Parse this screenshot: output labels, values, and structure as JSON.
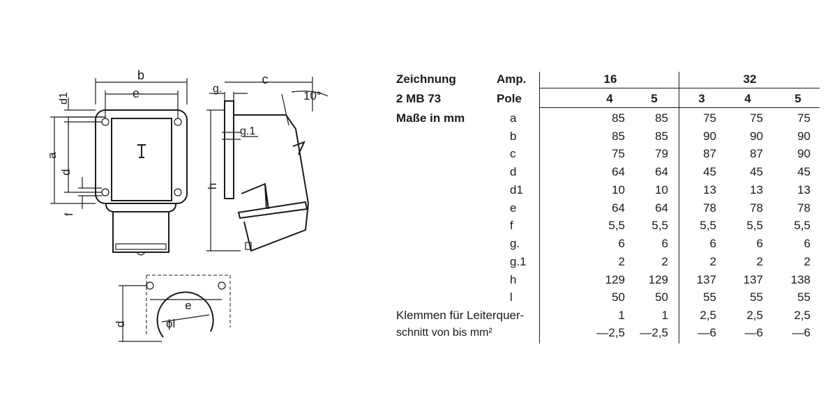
{
  "drawing": {
    "labels": {
      "b": "b",
      "e": "e",
      "d1": "d1",
      "a": "a",
      "d": "d",
      "f": "f",
      "g": "g.",
      "c": "c",
      "angle": "10°",
      "g1": "g.1",
      "h": "h",
      "e2": "e",
      "d2": "d",
      "phi": "ϕl"
    }
  },
  "table": {
    "header": {
      "zeichnung": "Zeichnung",
      "amp": "Amp.",
      "amp16": "16",
      "amp32": "32",
      "model": "2 MB 73",
      "pole": "Pole",
      "poles": [
        "4",
        "5",
        "3",
        "4",
        "5"
      ],
      "masse": "Maße in mm"
    },
    "rows": [
      {
        "label": "a",
        "values": [
          "85",
          "85",
          "75",
          "75",
          "75"
        ]
      },
      {
        "label": "b",
        "values": [
          "85",
          "85",
          "90",
          "90",
          "90"
        ]
      },
      {
        "label": "c",
        "values": [
          "75",
          "79",
          "87",
          "87",
          "90"
        ]
      },
      {
        "label": "d",
        "values": [
          "64",
          "64",
          "45",
          "45",
          "45"
        ]
      },
      {
        "label": "d1",
        "values": [
          "10",
          "10",
          "13",
          "13",
          "13"
        ]
      },
      {
        "label": "e",
        "values": [
          "64",
          "64",
          "78",
          "78",
          "78"
        ]
      },
      {
        "label": "f",
        "values": [
          "5,5",
          "5,5",
          "5,5",
          "5,5",
          "5,5"
        ]
      },
      {
        "label": "g.",
        "values": [
          "6",
          "6",
          "6",
          "6",
          "6"
        ]
      },
      {
        "label": "g.1",
        "values": [
          "2",
          "2",
          "2",
          "2",
          "2"
        ]
      },
      {
        "label": "h",
        "values": [
          "129",
          "129",
          "137",
          "137",
          "138"
        ]
      },
      {
        "label": "l",
        "values": [
          "50",
          "50",
          "55",
          "55",
          "55"
        ]
      }
    ],
    "klemmen": {
      "line1": "Klemmen für Leiterquer-",
      "line2": "schnitt von bis mm²",
      "from": [
        "1",
        "1",
        "2,5",
        "2,5",
        "2,5"
      ],
      "to": [
        "—2,5",
        "—2,5",
        "—6",
        "—6",
        "—6"
      ]
    }
  }
}
